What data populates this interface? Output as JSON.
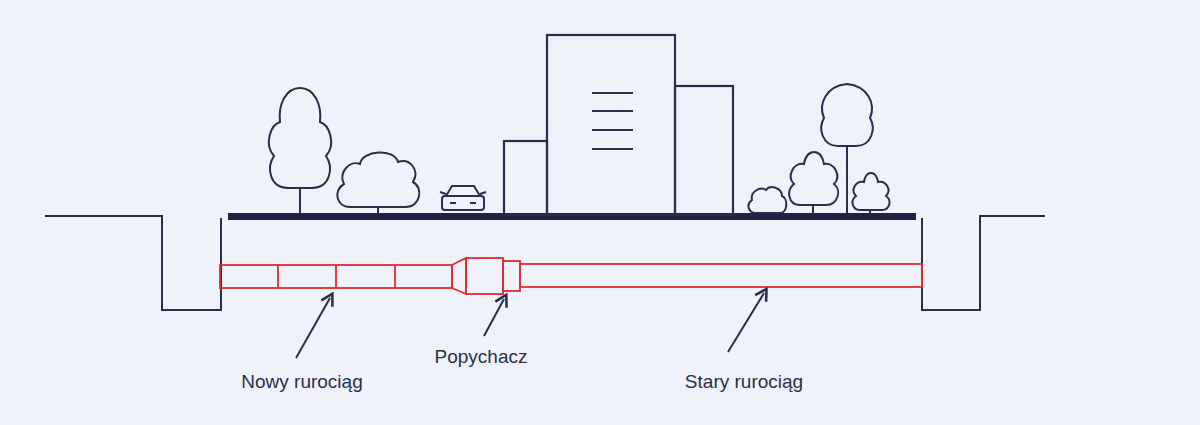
{
  "diagram": {
    "labels": [
      "Nowy rurociąg",
      "Popychacz",
      "Stary rurociąg"
    ]
  }
}
